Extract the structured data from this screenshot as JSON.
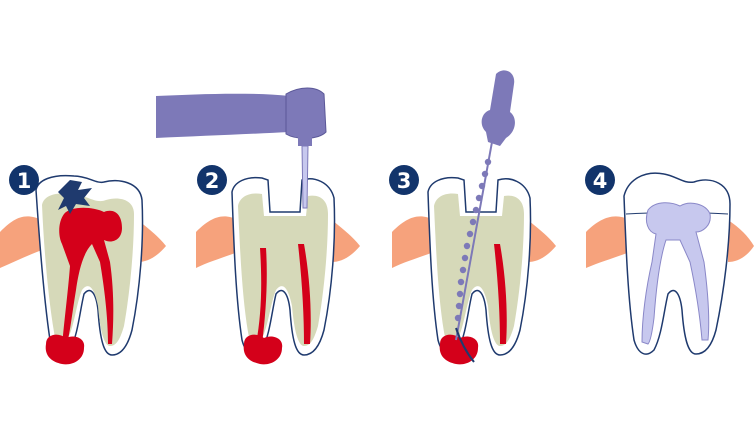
{
  "steps": [
    {
      "number": "1"
    },
    {
      "number": "2"
    },
    {
      "number": "3"
    },
    {
      "number": "4"
    }
  ],
  "colors": {
    "gum": "#f6a27c",
    "dentin": "#d6d9b9",
    "enamel": "#ffffff",
    "outline": "#1f3a6e",
    "pulp": "#d4001a",
    "tool": "#7d79b8",
    "filling": "#c7c8ee",
    "badge": "#12346b"
  }
}
